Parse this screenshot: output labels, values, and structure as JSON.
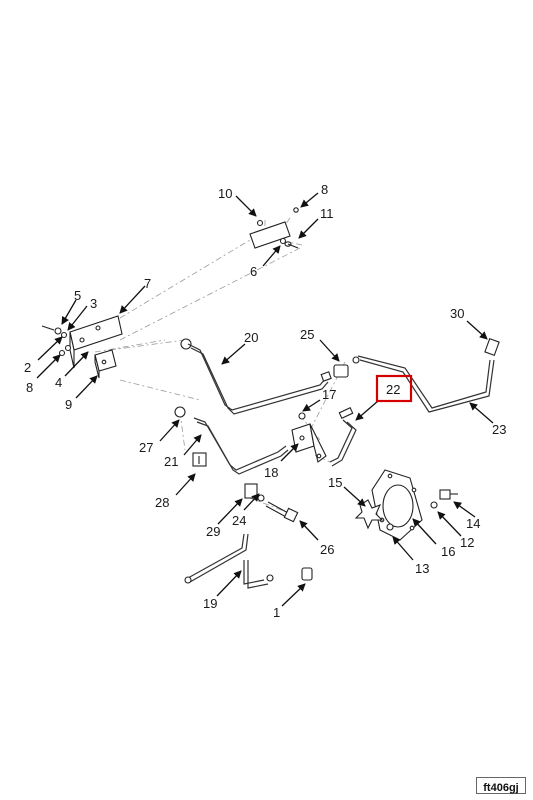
{
  "figure_id": "ft406gj",
  "highlight_color": "#d40000",
  "highlighted_callout": "22",
  "callouts": {
    "c1": "1",
    "c2": "2",
    "c3": "3",
    "c4": "4",
    "c5": "5",
    "c6": "6",
    "c7": "7",
    "c8a": "8",
    "c8b": "8",
    "c9": "9",
    "c10": "10",
    "c11": "11",
    "c12": "12",
    "c13": "13",
    "c14": "14",
    "c15": "15",
    "c16": "16",
    "c17": "17",
    "c18": "18",
    "c19": "19",
    "c20": "20",
    "c21": "21",
    "c22": "22",
    "c23": "23",
    "c24": "24",
    "c25": "25",
    "c26": "26",
    "c27": "27",
    "c28": "28",
    "c29": "29",
    "c30": "30"
  }
}
